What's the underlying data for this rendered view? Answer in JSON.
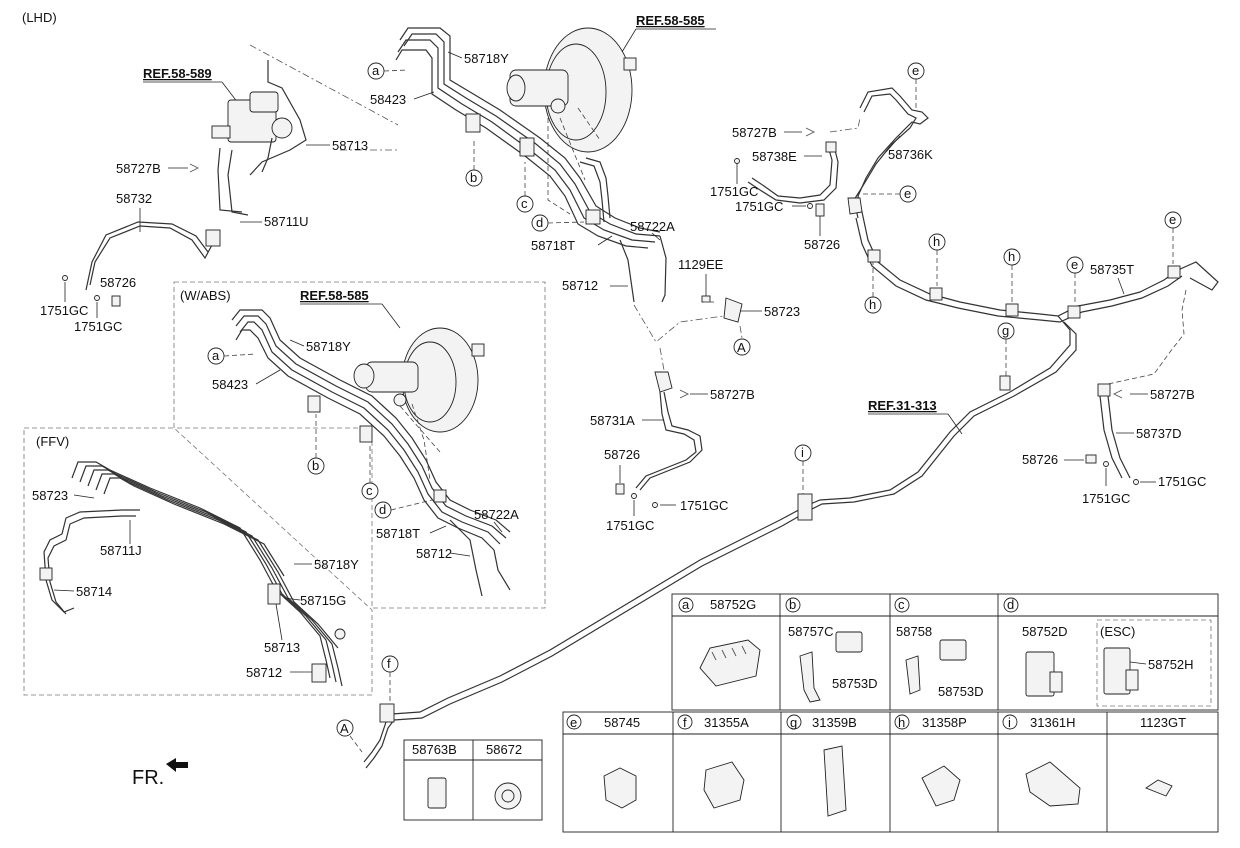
{
  "header": {
    "variant": "(LHD)"
  },
  "section_labels": {
    "abs": "(W/ABS)",
    "ffv": "(FFV)",
    "esc": "(ESC)"
  },
  "refs": {
    "ref_589": "REF.58-589",
    "ref_585_top": "REF.58-585",
    "ref_585_abs": "REF.58-585",
    "ref_313": "REF.31-313"
  },
  "parts": {
    "p58718Y_top": "58718Y",
    "p58423_top": "58423",
    "p58713_top": "58713",
    "p58727B_left": "58727B",
    "p58732": "58732",
    "p58711U": "58711U",
    "p58726_left": "58726",
    "p1751GC_l1": "1751GC",
    "p1751GC_l2": "1751GC",
    "p58722A_top": "58722A",
    "p58718T_top": "58718T",
    "p58712_top": "58712",
    "p1129EE": "1129EE",
    "p58723_top": "58723",
    "p58727B_mid": "58727B",
    "p58731A": "58731A",
    "p58726_mid": "58726",
    "p1751GC_m1": "1751GC",
    "p1751GC_m2": "1751GC",
    "p58727B_r1": "58727B",
    "p58738E": "58738E",
    "p1751GC_r1": "1751GC",
    "p1751GC_r2": "1751GC",
    "p58726_r1": "58726",
    "p58736K": "58736K",
    "p58735T": "58735T",
    "p58727B_r2": "58727B",
    "p58737D": "58737D",
    "p58726_r2": "58726",
    "p1751GC_r3": "1751GC",
    "p1751GC_r4": "1751GC",
    "p58718Y_abs": "58718Y",
    "p58423_abs": "58423",
    "p58722A_abs": "58722A",
    "p58718T_abs": "58718T",
    "p58712_abs": "58712",
    "p58723_ffv": "58723",
    "p58711J": "58711J",
    "p58718Y_ffv": "58718Y",
    "p58714": "58714",
    "p58715G": "58715G",
    "p58713_ffv": "58713",
    "p58712_ffv": "58712"
  },
  "callouts": {
    "a": "a",
    "b": "b",
    "c": "c",
    "d": "d",
    "e": "e",
    "f": "f",
    "g": "g",
    "h": "h",
    "i": "i",
    "A": "A"
  },
  "legend": {
    "row1": [
      {
        "key": "a",
        "part": "58752G"
      },
      {
        "key": "b",
        "part": ""
      },
      {
        "key": "c",
        "part": ""
      },
      {
        "key": "d",
        "part": ""
      }
    ],
    "row1_parts": {
      "b1": "58757C",
      "b2": "58753D",
      "c1": "58758",
      "c2": "58753D",
      "d1": "58752D",
      "d2": "58752H"
    },
    "row2": [
      {
        "key": "e",
        "part": "58745"
      },
      {
        "key": "f",
        "part": "31355A"
      },
      {
        "key": "g",
        "part": "31359B"
      },
      {
        "key": "h",
        "part": "31358P"
      },
      {
        "key": "i",
        "part": "31361H"
      },
      {
        "key": "",
        "part": "1123GT"
      }
    ],
    "small": [
      {
        "part": "58763B"
      },
      {
        "part": "58672"
      }
    ]
  },
  "direction": {
    "label": "FR."
  }
}
